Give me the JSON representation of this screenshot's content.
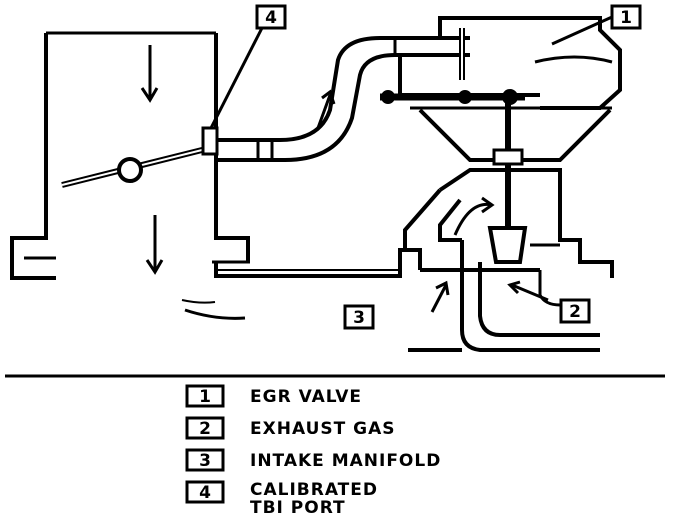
{
  "diagram": {
    "callouts": {
      "egr_valve": "1",
      "exhaust_gas": "2",
      "intake_manifold": "3",
      "tbi_port": "4"
    },
    "legend": [
      {
        "number": "1",
        "label": "EGR VALVE"
      },
      {
        "number": "2",
        "label": "EXHAUST GAS"
      },
      {
        "number": "3",
        "label": "INTAKE MANIFOLD"
      },
      {
        "number": "4",
        "label_line1": "CALIBRATED",
        "label_line2": "TBI PORT"
      }
    ]
  }
}
